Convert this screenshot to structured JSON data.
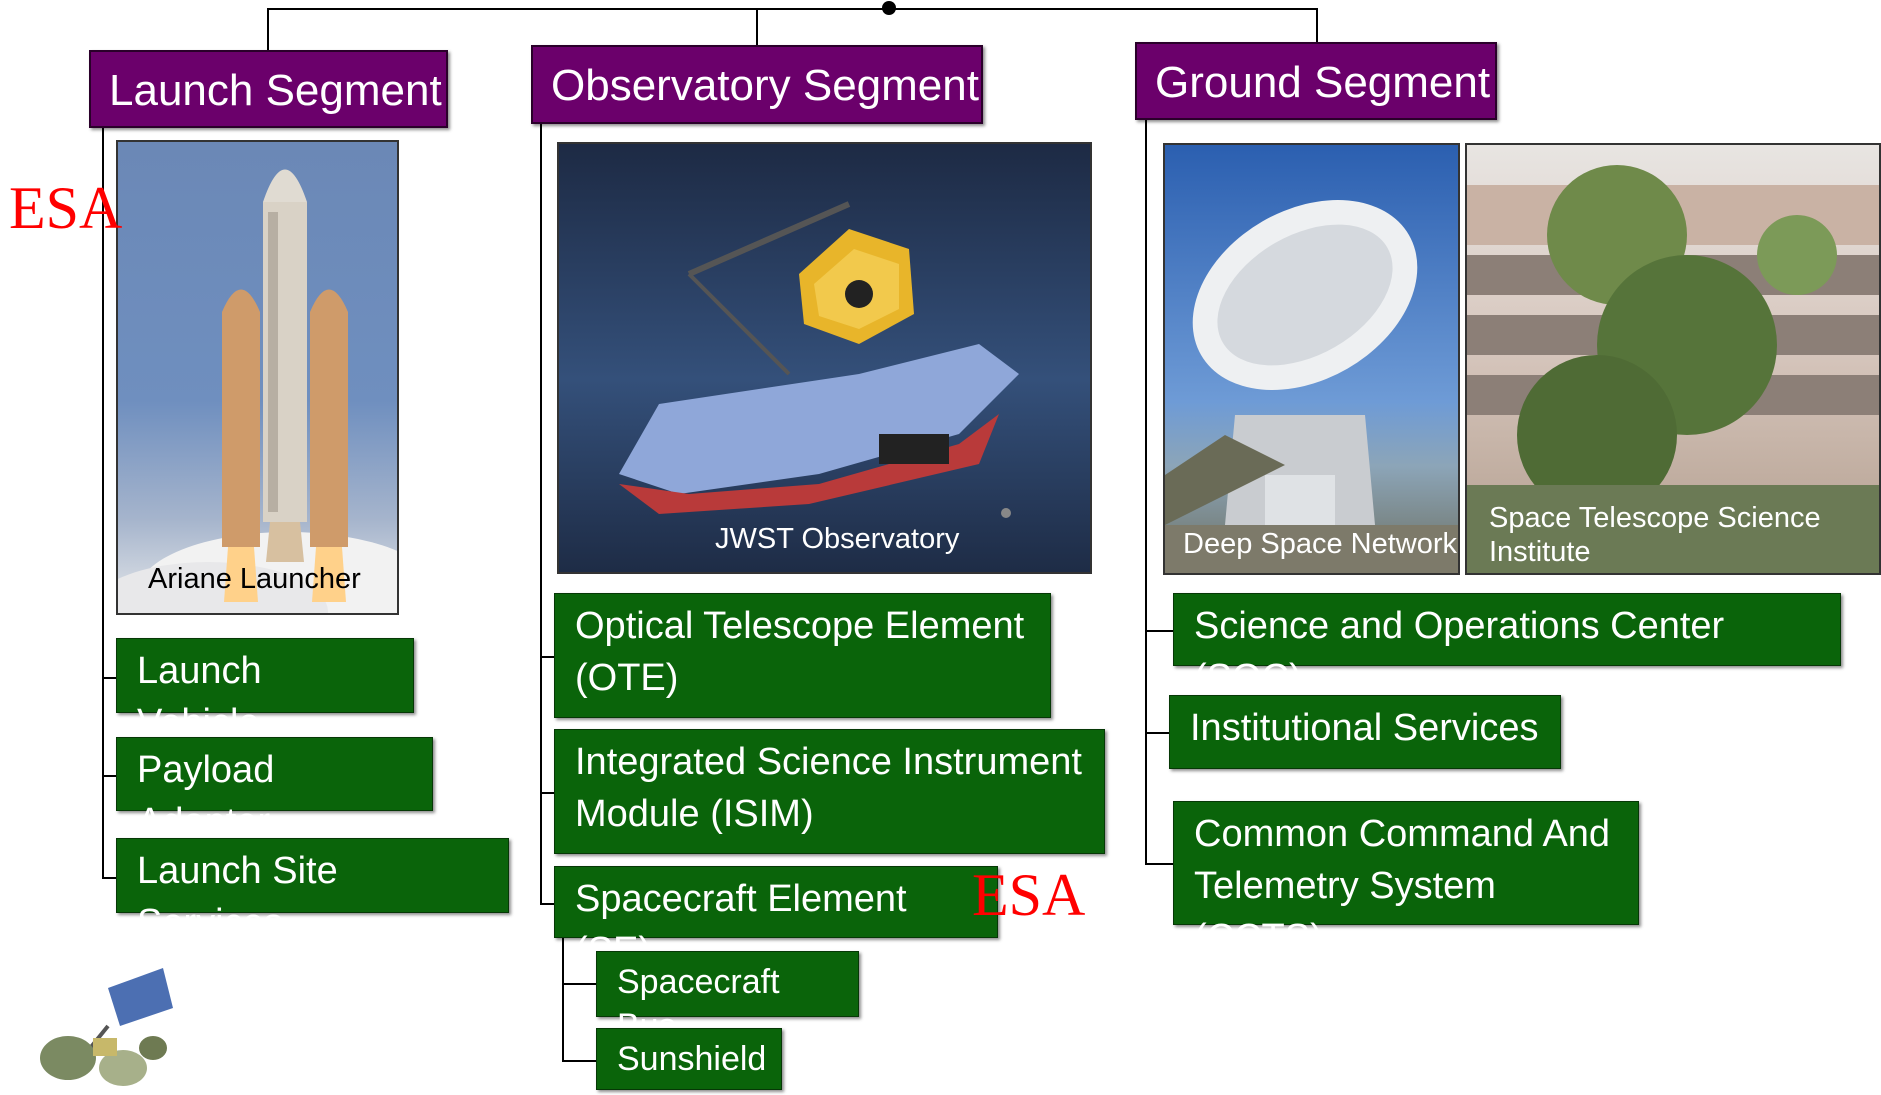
{
  "segments": {
    "launch": {
      "title": "Launch Segment",
      "photo_caption": "Ariane Launcher",
      "items": [
        "Launch Vehicle",
        "Payload Adapter",
        "Launch Site Services"
      ]
    },
    "observatory": {
      "title": "Observatory Segment",
      "photo_caption": "JWST Observatory",
      "items": [
        "Optical Telescope Element (OTE)",
        "Integrated Science Instrument Module (ISIM)",
        "Spacecraft Element (SE)"
      ],
      "sub_items": [
        "Spacecraft Bus",
        "Sunshield"
      ]
    },
    "ground": {
      "title": "Ground Segment",
      "photo_captions": [
        "Deep Space Network",
        "Space Telescope Science Institute"
      ],
      "items": [
        "Science and Operations Center (SOC)",
        "Institutional Services",
        "Common Command And Telemetry System (CCTS)"
      ]
    }
  },
  "annotations": {
    "esa_label_1": "ESA",
    "esa_label_2": "ESA"
  },
  "colors": {
    "segment_header": "#6b006b",
    "element_box": "#0a640a",
    "esa_annotation": "#ff0000"
  }
}
